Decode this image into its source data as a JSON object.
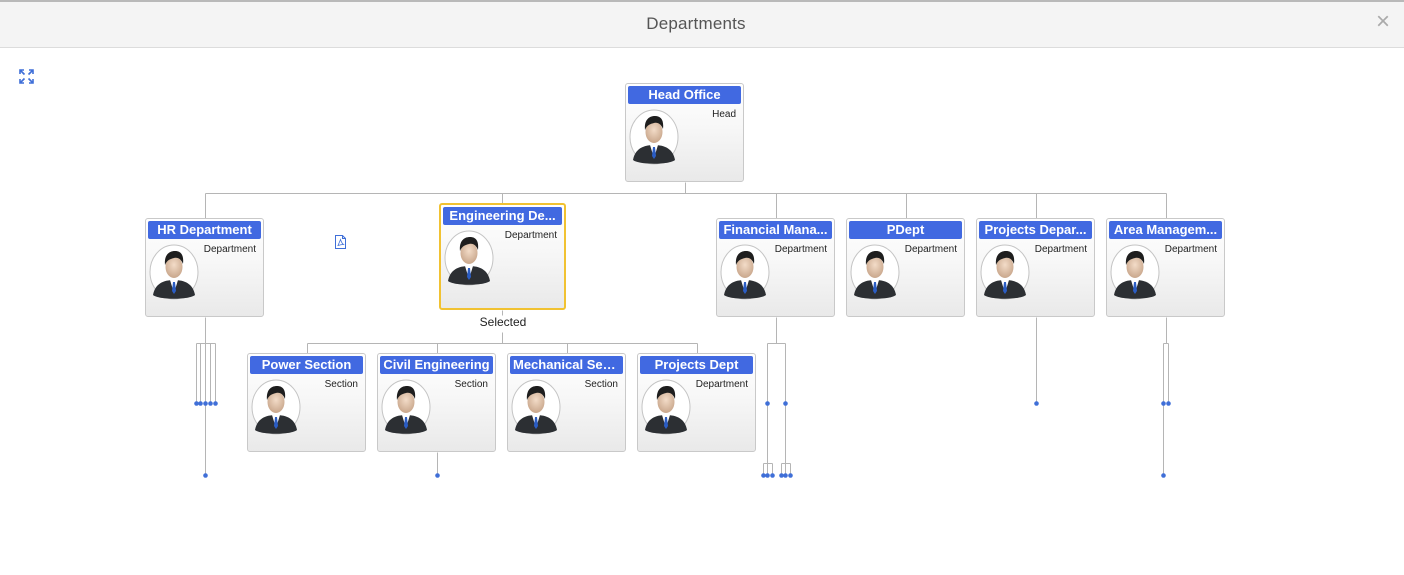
{
  "dialog": {
    "title": "Departments",
    "close_glyph": "×"
  },
  "toolbar": {
    "expand_icon": "expand-icon",
    "pdf_icon": "pdf-export-icon"
  },
  "nodes": [
    {
      "id": "head",
      "title": "Head Office",
      "role": "Head"
    },
    {
      "id": "hr",
      "title": "HR Department",
      "role": "Department"
    },
    {
      "id": "eng",
      "title": "Engineering De...",
      "role": "Department",
      "selected": true
    },
    {
      "id": "fin",
      "title": "Financial Mana...",
      "role": "Department"
    },
    {
      "id": "pdept",
      "title": "PDept",
      "role": "Department"
    },
    {
      "id": "proj",
      "title": "Projects Depar...",
      "role": "Department"
    },
    {
      "id": "area",
      "title": "Area Managem...",
      "role": "Department"
    },
    {
      "id": "power",
      "title": "Power Section",
      "role": "Section"
    },
    {
      "id": "civil",
      "title": "Civil Engineering",
      "role": "Section"
    },
    {
      "id": "mech",
      "title": "Mechanical Sec...",
      "role": "Section"
    },
    {
      "id": "projdept",
      "title": "Projects Dept",
      "role": "Department"
    }
  ],
  "selected_label": "Selected",
  "colors": {
    "title_bar": "#4169e1",
    "selected_border": "#f1c232",
    "connector": "#b5b5b5",
    "connector_dot": "#3f6fd8"
  }
}
